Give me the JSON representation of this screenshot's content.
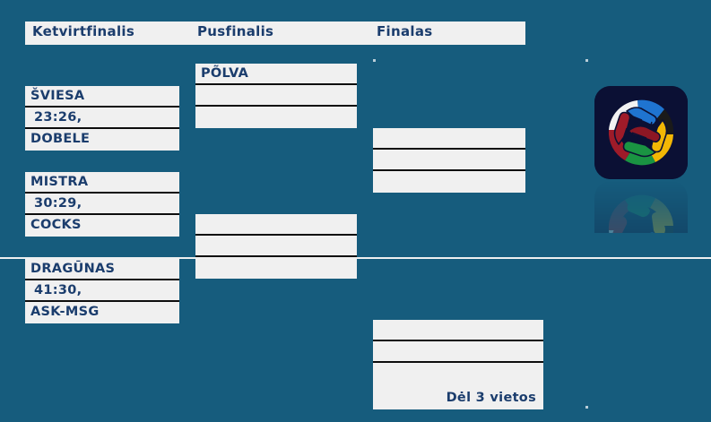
{
  "page": {
    "background_color": "#165c7d",
    "panel_color": "#f0f0f0",
    "text_color": "#1b3d6d"
  },
  "header": {
    "round_quarterfinal": "Ketvirtfinalis",
    "round_semifinal": "Pusfinalis",
    "round_final": "Finalas"
  },
  "bracket": {
    "quarterfinals": [
      {
        "home": "ŠVIESA",
        "score": "23:26,",
        "away": "DOBELE"
      },
      {
        "home": "MISTRA",
        "score": "30:29,",
        "away": "COCKS"
      },
      {
        "home": "DRAGŪNAS",
        "score": "41:30,",
        "away": "ASK-MSG"
      }
    ],
    "semifinals": [
      {
        "home": "PÕLVA",
        "score": "",
        "away": ""
      },
      {
        "home": "",
        "score": "",
        "away": ""
      }
    ],
    "final": {
      "home": "",
      "score": "",
      "away": ""
    },
    "third_place": {
      "home": "",
      "score": "",
      "away": "",
      "label": "Dėl 3 vietos"
    }
  },
  "logo": {
    "name": "baltic-handball-league-logo",
    "tile_color": "#0b1034",
    "hand_colors": [
      "#1f74d0",
      "#1a1a1a",
      "#f2b705",
      "#1a9442",
      "#9e1b29"
    ],
    "ring_white": "#f2f2f2"
  }
}
